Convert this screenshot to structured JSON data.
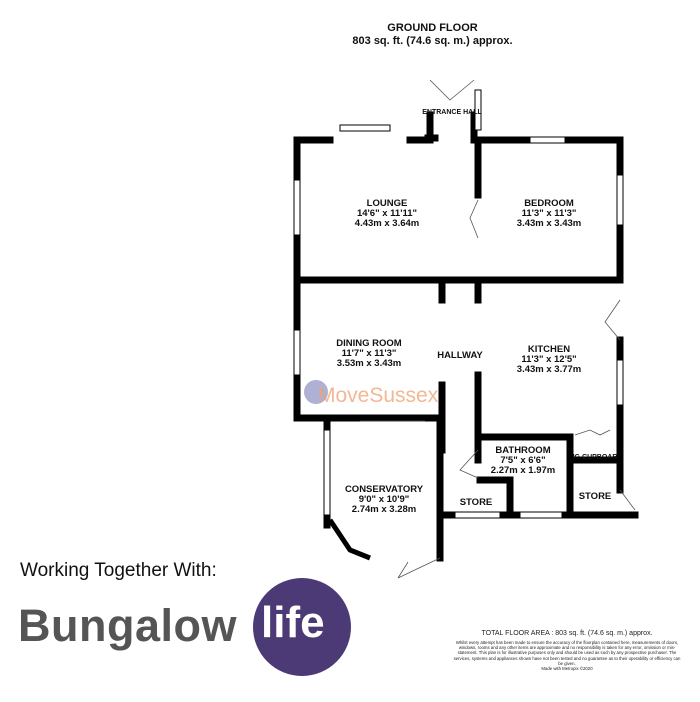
{
  "header": {
    "title": "GROUND FLOOR",
    "area": "803 sq. ft. (74.6 sq. m.) approx."
  },
  "rooms": {
    "entrance_hall": {
      "name": "ENTRANCE HALL"
    },
    "lounge": {
      "name": "LOUNGE",
      "imperial": "14'6\" x 11'11\"",
      "metric": "4.43m x 3.64m"
    },
    "bedroom": {
      "name": "BEDROOM",
      "imperial": "11'3\" x 11'3\"",
      "metric": "3.43m x 3.43m"
    },
    "dining_room": {
      "name": "DINING ROOM",
      "imperial": "11'7\" x 11'3\"",
      "metric": "3.53m x 3.43m"
    },
    "hallway": {
      "name": "HALLWAY"
    },
    "kitchen": {
      "name": "KITCHEN",
      "imperial": "11'3\" x 12'5\"",
      "metric": "3.43m x 3.77m"
    },
    "bathroom": {
      "name": "BATHROOM",
      "imperial": "7'5\" x 6'6\"",
      "metric": "2.27m x 1.97m"
    },
    "airing_cupboard": {
      "name": "AIRING CUPBOARD"
    },
    "store1": {
      "name": "STORE"
    },
    "store2": {
      "name": "STORE"
    },
    "conservatory": {
      "name": "CONSERVATORY",
      "imperial": "9'0\" x 10'9\"",
      "metric": "2.74m x 3.28m"
    }
  },
  "watermark": {
    "text": "MoveSussex"
  },
  "branding": {
    "tagline": "Working Together With:",
    "logo_part1": "Bungalow",
    "logo_part2": "life",
    "logo_color": "#4b3a75"
  },
  "footer": {
    "total": "TOTAL FLOOR AREA : 803 sq. ft. (74.6 sq. m.) approx.",
    "disclaimer": "Whilst every attempt has been made to ensure the accuracy of the floorplan contained here, measurements of doors, windows, rooms and any other items are approximate and no responsibility is taken for any error, omission or mis-statement. This plan is for illustrative purposes only and should be used as such by any prospective purchaser. The services, systems and appliances shown have not been tested and no guarantee as to their operability or efficiency can be given.",
    "made_with": "Made with Metropix ©2020"
  }
}
